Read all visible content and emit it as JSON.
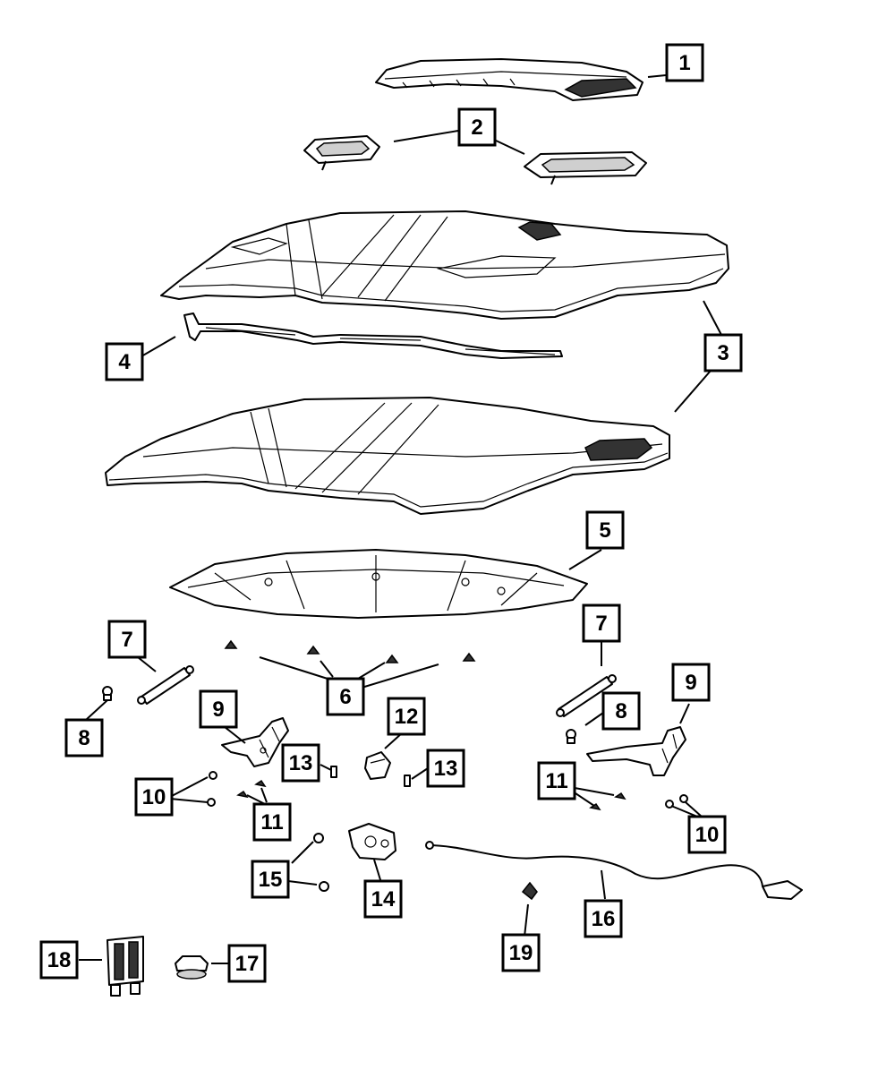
{
  "labels": {
    "l1": "1",
    "l2": "2",
    "l3": "3",
    "l4": "4",
    "l5": "5",
    "l6": "6",
    "l7a": "7",
    "l7b": "7",
    "l8a": "8",
    "l8b": "8",
    "l9a": "9",
    "l9b": "9",
    "l10a": "10",
    "l10b": "10",
    "l11a": "11",
    "l11b": "11",
    "l12": "12",
    "l13a": "13",
    "l13b": "13",
    "l14": "14",
    "l15": "15",
    "l16": "16",
    "l17": "17",
    "l18": "18",
    "l19": "19"
  },
  "colors": {
    "line": "#000000",
    "background": "#ffffff",
    "shade": "#333333"
  }
}
